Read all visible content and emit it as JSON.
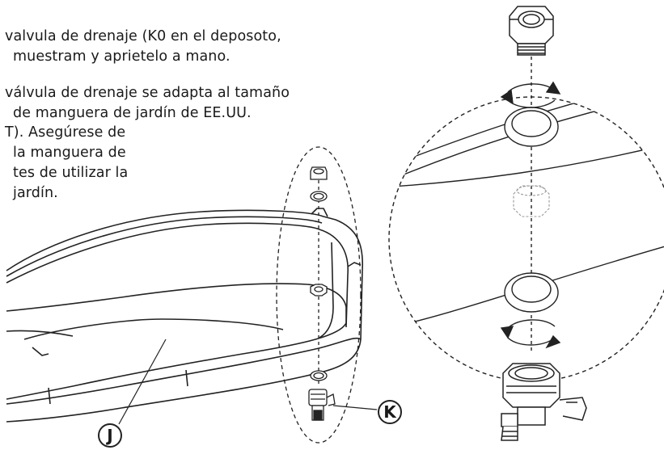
{
  "instructions": {
    "line1": "valvula de drenaje (K0 en el deposoto,",
    "line2": "muestram y aprietelo a mano.",
    "line3": "válvula de drenaje se adapta al tamaño",
    "line4": "de manguera de jardín de EE.UU.",
    "line5": "T). Asegúrese de",
    "line6": "la manguera de",
    "line7": "tes de utilizar la",
    "line8": "jardín."
  },
  "callouts": {
    "tray": "J",
    "valve": "K"
  }
}
